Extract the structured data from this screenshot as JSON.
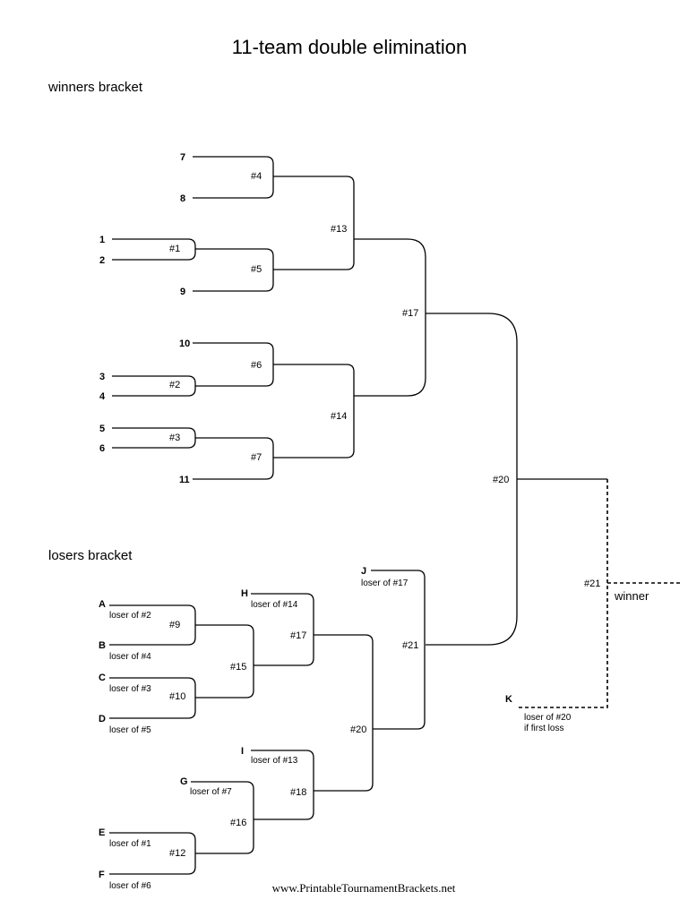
{
  "title": "11-team double elimination",
  "sections": {
    "winners": "winners bracket",
    "losers": "losers bracket"
  },
  "winners_seeds": [
    "7",
    "8",
    "1",
    "2",
    "9",
    "10",
    "3",
    "4",
    "5",
    "6",
    "11"
  ],
  "winners_games": [
    "#1",
    "#2",
    "#3",
    "#4",
    "#5",
    "#6",
    "#7",
    "#13",
    "#14",
    "#17",
    "#20"
  ],
  "losers_entries": [
    {
      "letter": "A",
      "note": "loser of #2"
    },
    {
      "letter": "B",
      "note": "loser of #4"
    },
    {
      "letter": "C",
      "note": "loser of #3"
    },
    {
      "letter": "D",
      "note": "loser of #5"
    },
    {
      "letter": "E",
      "note": "loser of #1"
    },
    {
      "letter": "F",
      "note": "loser of #6"
    },
    {
      "letter": "G",
      "note": "loser of #7"
    },
    {
      "letter": "H",
      "note": "loser of #14"
    },
    {
      "letter": "I",
      "note": "loser of #13"
    },
    {
      "letter": "J",
      "note": "loser of #17"
    }
  ],
  "losers_games": [
    "#9",
    "#10",
    "#12",
    "#15",
    "#16",
    "#17",
    "#18",
    "#20",
    "#21"
  ],
  "final": {
    "game": "#21",
    "winner_label": "winner",
    "k_letter": "K",
    "k_note_line1": "loser of #20",
    "k_note_line2": "if first loss"
  },
  "footer": "www.PrintableTournamentBrackets.net"
}
